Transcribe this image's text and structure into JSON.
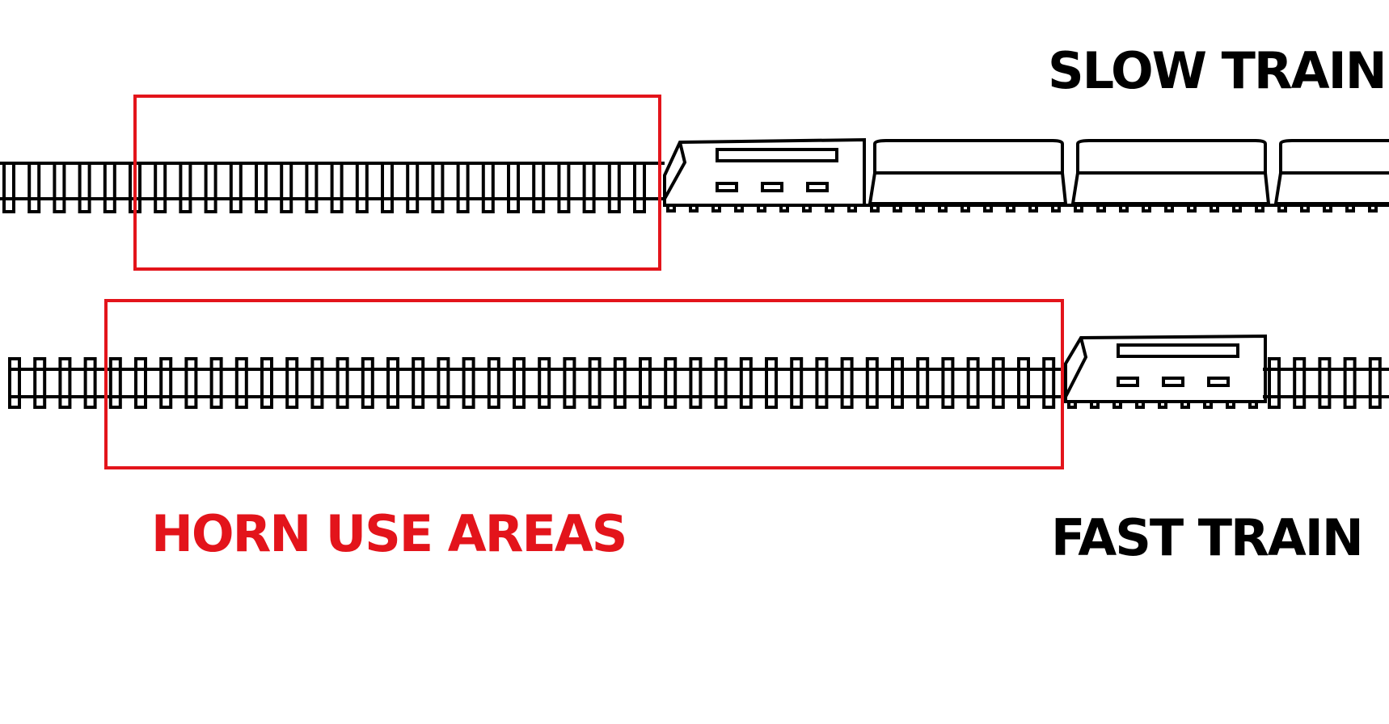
{
  "labels": {
    "slow_train": "SLOW TRAIN",
    "fast_train": "FAST TRAIN",
    "horn_use_areas": "HORN USE AREAS"
  },
  "colors": {
    "line": "#000000",
    "highlight": "#e3141b",
    "background": "#ffffff"
  }
}
